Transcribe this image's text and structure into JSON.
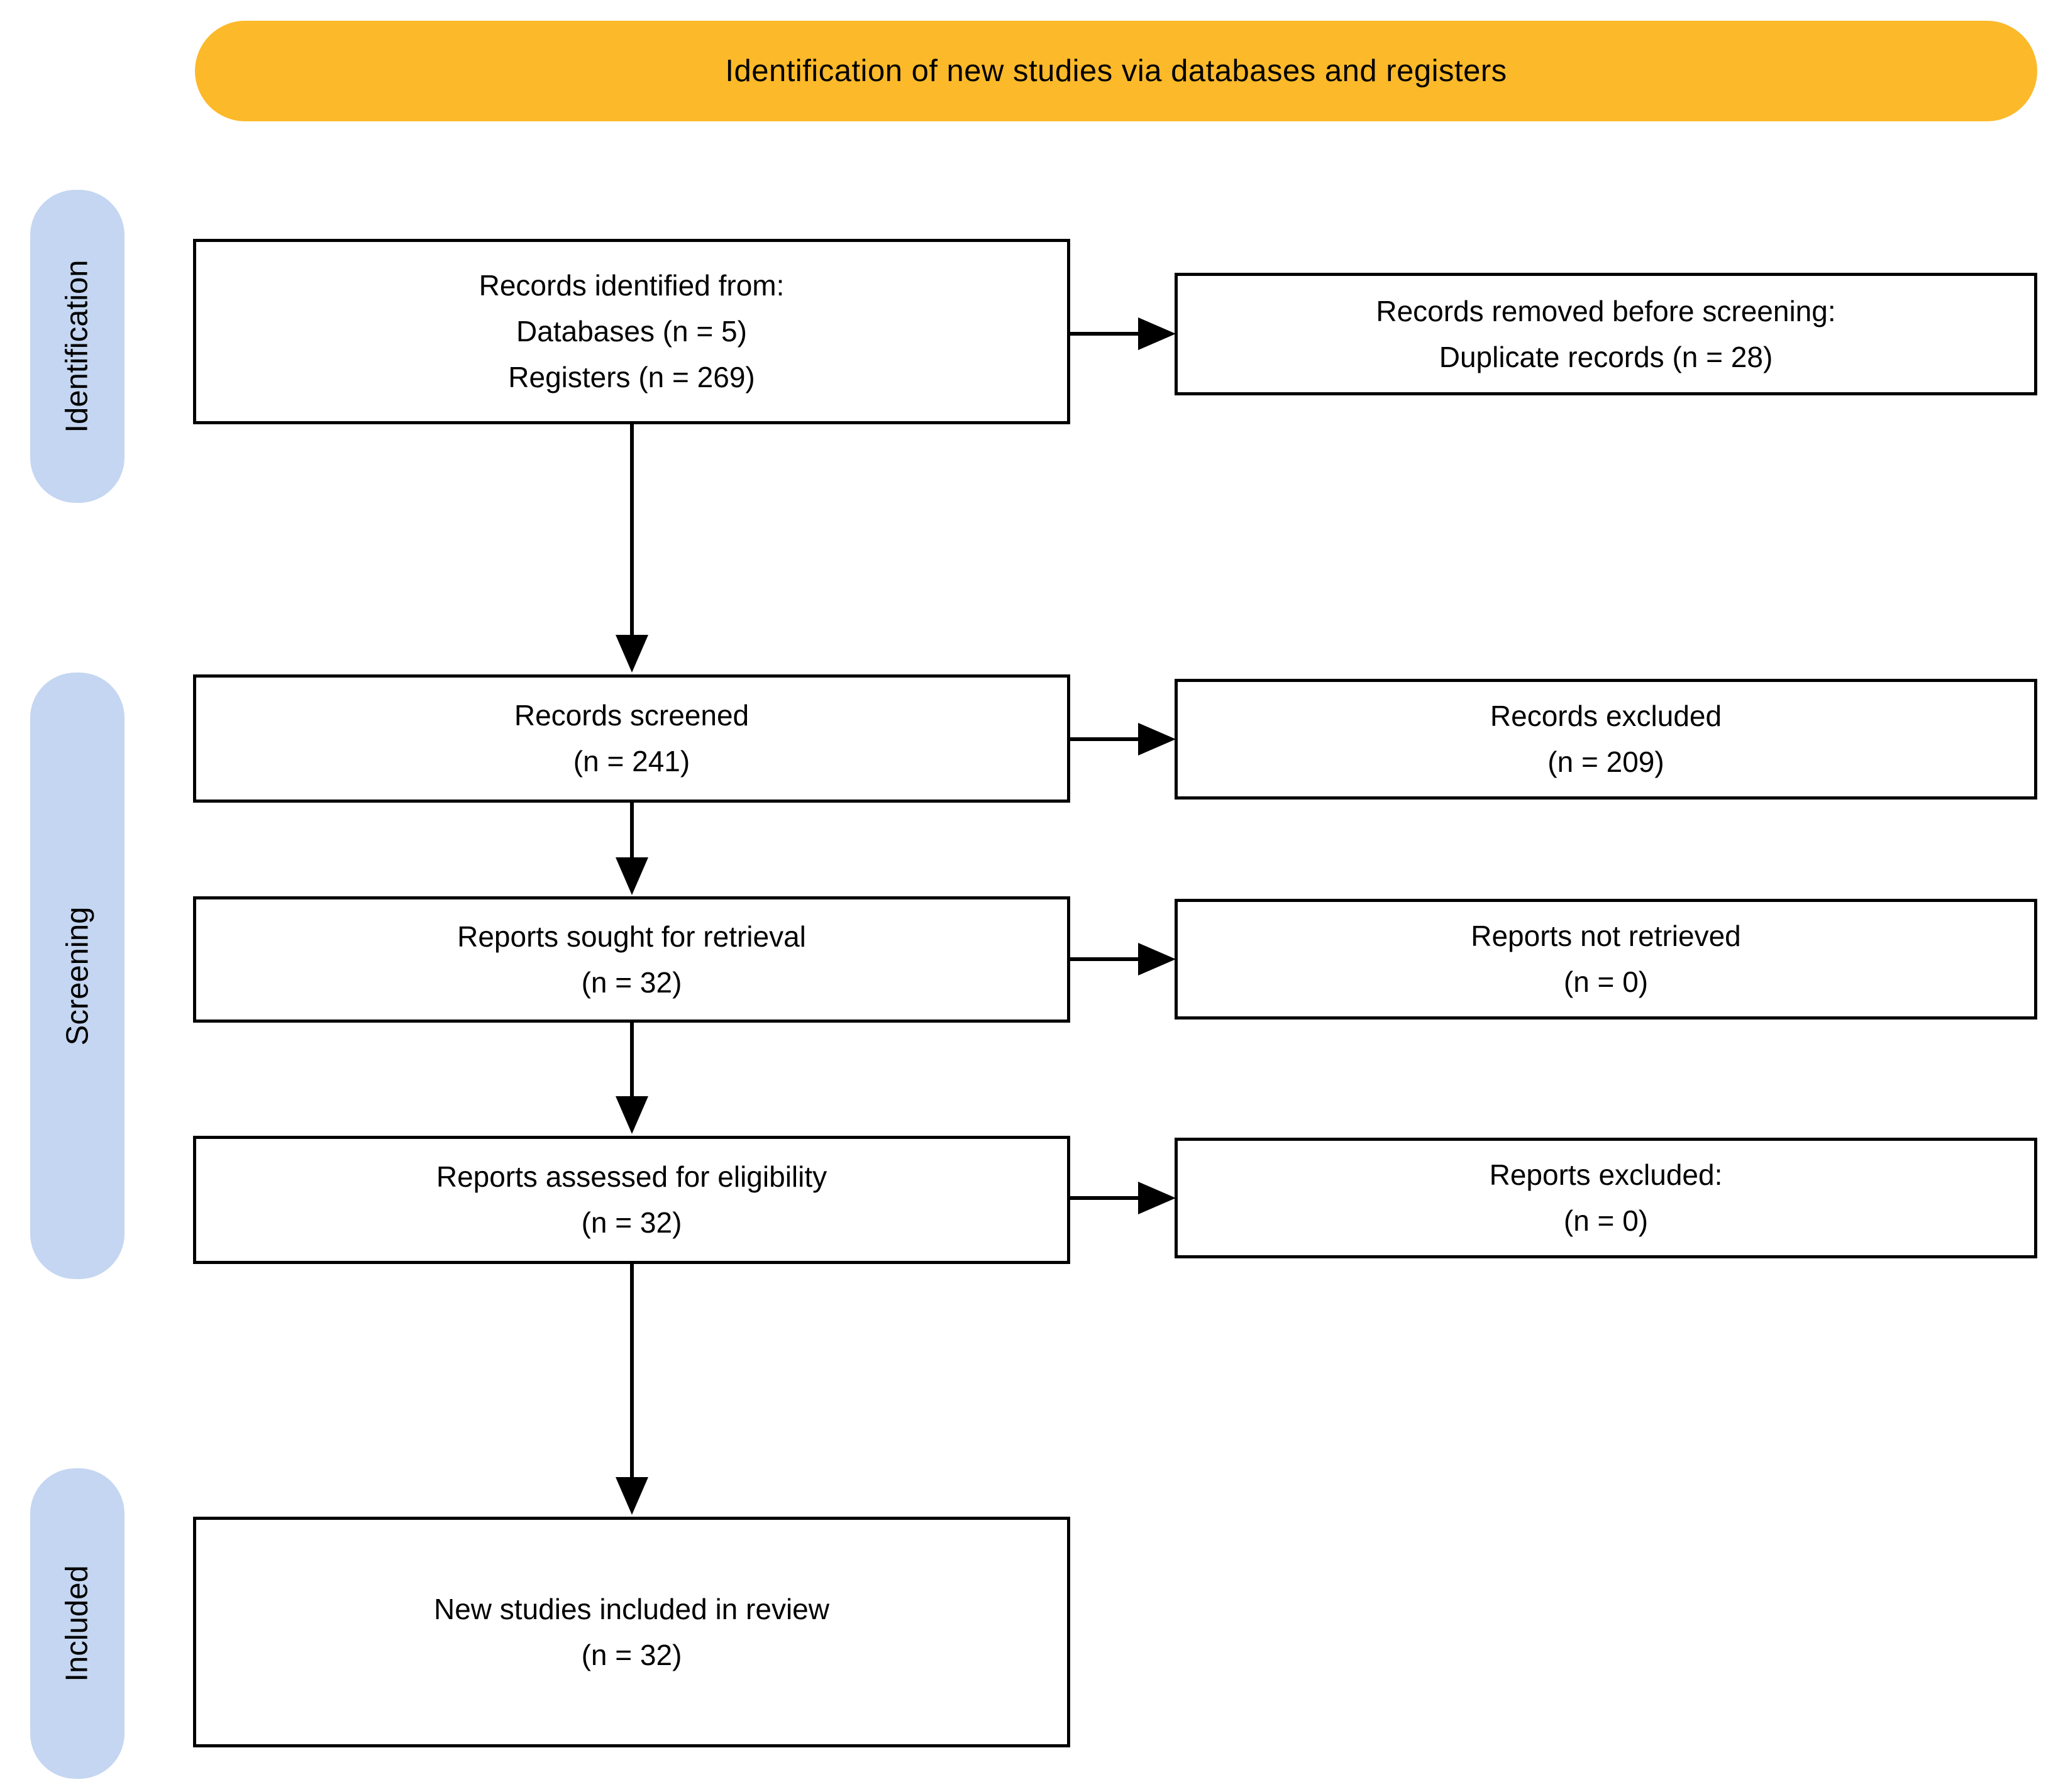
{
  "colors": {
    "header_bg": "#FCB929",
    "stage_bg": "#C4D6F1",
    "box_border": "#000000",
    "text": "#000000",
    "background": "#FFFFFF"
  },
  "header": {
    "title": "Identification of new studies via databases and registers"
  },
  "stages": [
    {
      "label": "Identification"
    },
    {
      "label": "Screening"
    },
    {
      "label": "Included"
    }
  ],
  "flow": {
    "left_boxes": [
      {
        "lines": [
          "Records identified from:",
          "Databases (n = 5)",
          "Registers (n = 269)"
        ]
      },
      {
        "lines": [
          "Records screened",
          "(n = 241)"
        ]
      },
      {
        "lines": [
          "Reports sought for retrieval",
          "(n = 32)"
        ]
      },
      {
        "lines": [
          "Reports assessed for eligibility",
          "(n = 32)"
        ]
      },
      {
        "lines": [
          "New studies included in review",
          "(n = 32)"
        ]
      }
    ],
    "right_boxes": [
      {
        "lines": [
          "Records removed before screening:",
          "Duplicate records (n = 28)"
        ]
      },
      {
        "lines": [
          "Records excluded",
          "(n = 209)"
        ]
      },
      {
        "lines": [
          "Reports not retrieved",
          "(n = 0)"
        ]
      },
      {
        "lines": [
          "Reports excluded:",
          "(n = 0)"
        ]
      }
    ]
  }
}
